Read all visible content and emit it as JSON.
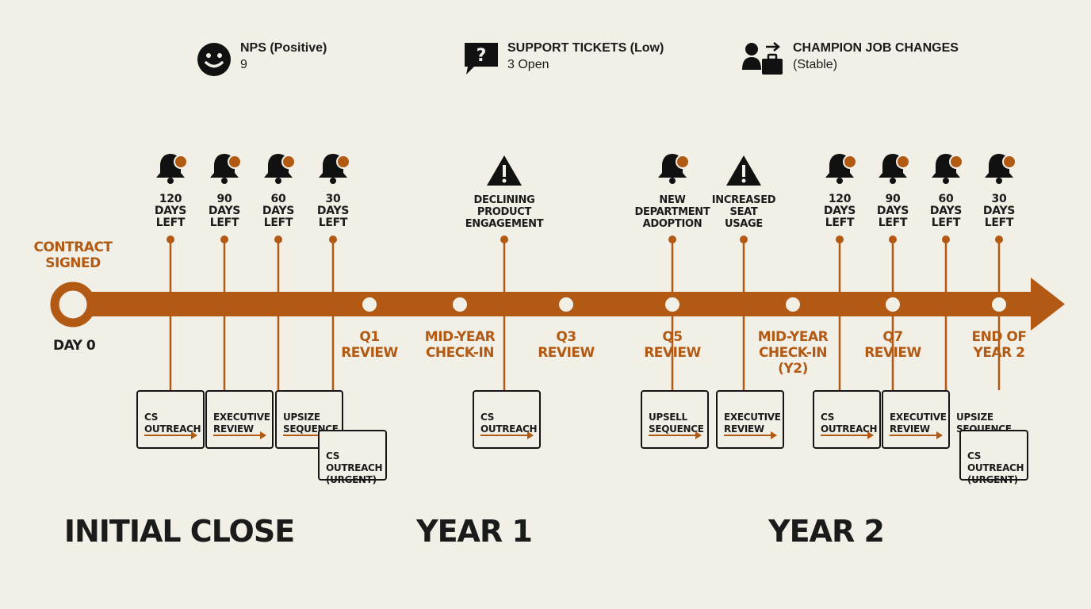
{
  "metrics": [
    {
      "label": "NPS (Positive)",
      "value": "9",
      "icon": "smiley-face-icon"
    },
    {
      "label": "SUPPORT TICKETS (Low)",
      "value": "3 Open",
      "icon": "question-speech-bubble-icon"
    },
    {
      "label": "CHAMPION JOB CHANGES",
      "value": "(Stable)",
      "icon": "person-briefcase-icon"
    }
  ],
  "start": {
    "label": "CONTRACT\nSIGNED",
    "day": "DAY 0"
  },
  "events": [
    {
      "id": "e1",
      "label": "120\nDAYS\nLEFT",
      "icon": "bell-notification-icon"
    },
    {
      "id": "e2",
      "label": "90\nDAYS\nLEFT",
      "icon": "bell-notification-icon"
    },
    {
      "id": "e3",
      "label": "60\nDAYS\nLEFT",
      "icon": "bell-notification-icon"
    },
    {
      "id": "e4",
      "label": "30\nDAYS\nLEFT",
      "icon": "bell-notification-icon"
    },
    {
      "id": "e5",
      "label": "DECLINING\nPRODUCT\nENGAGEMENT",
      "icon": "warning-triangle-icon"
    },
    {
      "id": "e6",
      "label": "NEW\nDEPARTMENT\nADOPTION",
      "icon": "bell-notification-icon"
    },
    {
      "id": "e7",
      "label": "INCREASED\nSEAT\nUSAGE",
      "icon": "warning-triangle-icon"
    },
    {
      "id": "e8",
      "label": "120\nDAYS\nLEFT",
      "icon": "bell-notification-icon"
    },
    {
      "id": "e9",
      "label": "90\nDAYS\nLEFT",
      "icon": "bell-notification-icon"
    },
    {
      "id": "e10",
      "label": "60\nDAYS\nLEFT",
      "icon": "bell-notification-icon"
    },
    {
      "id": "e11",
      "label": "30\nDAYS\nLEFT",
      "icon": "bell-notification-icon"
    }
  ],
  "milestones": [
    {
      "label": "Q1\nREVIEW"
    },
    {
      "label": "MID-YEAR\nCHECK-IN"
    },
    {
      "label": "Q3\nREVIEW"
    },
    {
      "label": "Q5\nREVIEW"
    },
    {
      "label": "MID-YEAR\nCHECK-IN\n(Y2)"
    },
    {
      "label": "Q7\nREVIEW"
    },
    {
      "label": "END OF\nYEAR 2"
    }
  ],
  "actions": [
    {
      "label": "CS\nOUTREACH"
    },
    {
      "label": "EXECUTIVE\nREVIEW"
    },
    {
      "label": "UPSIZE\nSEQUENCE"
    },
    {
      "label": "CS\nOUTREACH\n(URGENT)"
    },
    {
      "label": "CS\nOUTREACH"
    },
    {
      "label": "UPSELL\nSEQUENCE"
    },
    {
      "label": "EXECUTIVE\nREVIEW"
    },
    {
      "label": "CS\nOUTREACH"
    },
    {
      "label": "EXECUTIVE\nREVIEW"
    },
    {
      "label": "UPSIZE\nSEQUENCE"
    },
    {
      "label": "CS\nOUTREACH\n(URGENT)"
    }
  ],
  "phases": [
    "INITIAL CLOSE",
    "YEAR 1",
    "YEAR 2"
  ],
  "colors": {
    "accent": "#b25a13",
    "ink": "#151515",
    "background": "#f1efe6"
  }
}
